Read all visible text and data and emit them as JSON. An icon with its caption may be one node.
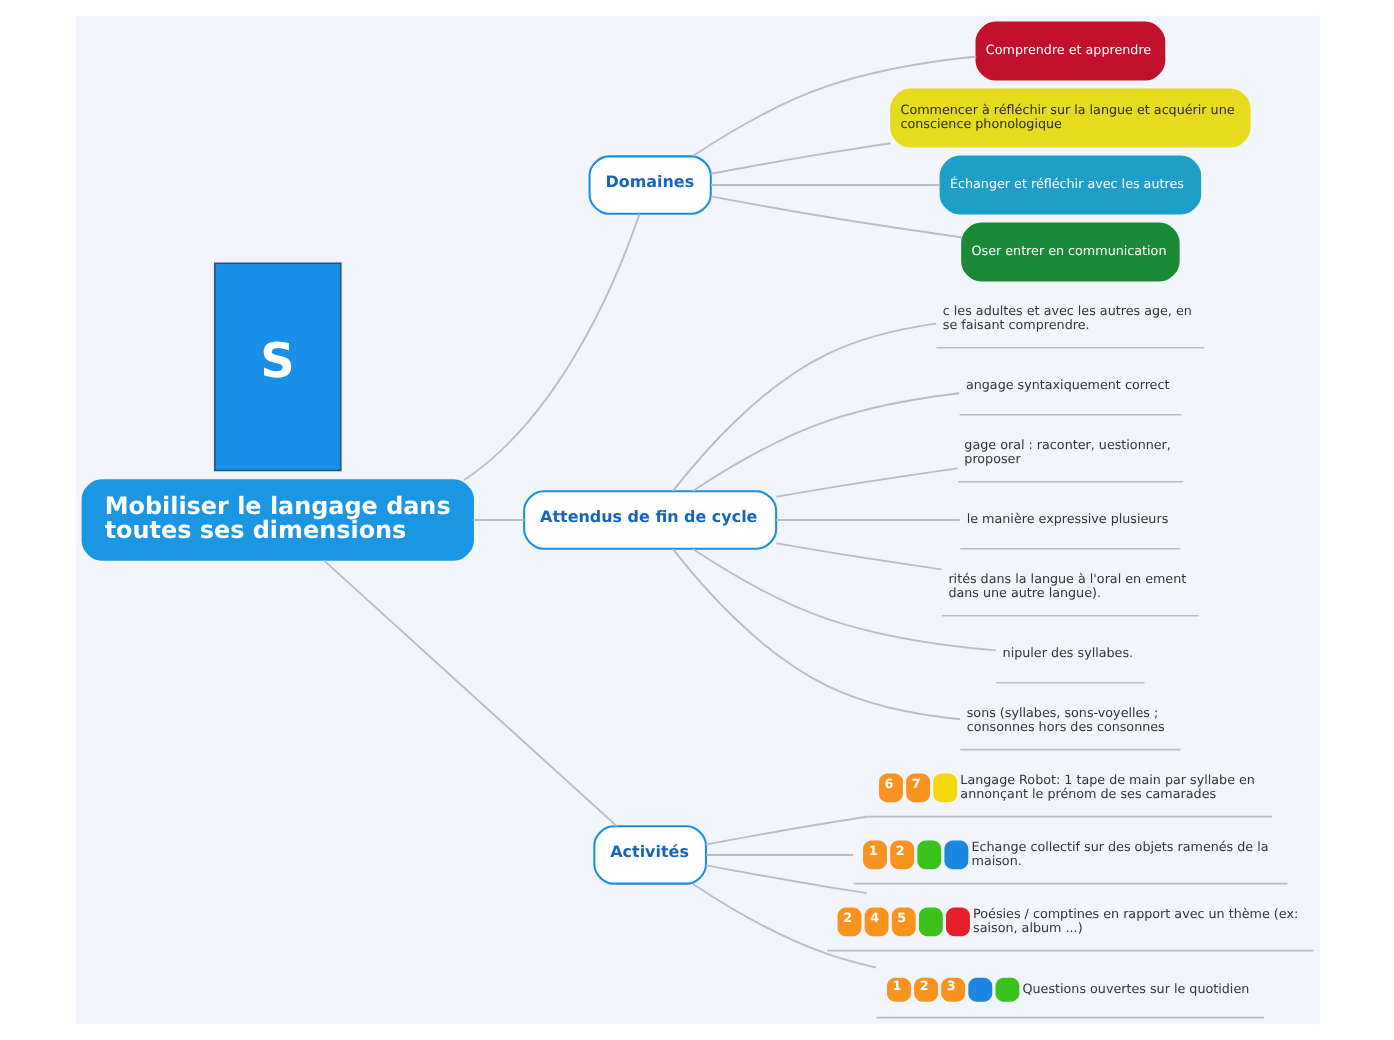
{
  "diagram": {
    "nodes": [
      {
        "text": [
          "Mobiliser le langage dans toutes ses dimensions"
        ]
      },
      {
        "text": [
          "Domaines"
        ]
      },
      {
        "text": [
          "Comprendre et apprendre"
        ]
      },
      {
        "text": [
          "Commencer à réfléchir sur la langue et acquérir une conscience phonologique"
        ]
      },
      {
        "text": [
          "Échanger et réfléchir avec les autres"
        ]
      },
      {
        "text": [
          "Oser entrer en communication"
        ]
      },
      {
        "text": [
          "Attendus de fin de cycle"
        ]
      },
      {
        "text": [
          "c les adultes et avec les autres age, en se faisant comprendre."
        ]
      },
      {
        "text": [
          "angage syntaxiquement correct"
        ]
      },
      {
        "text": [
          "gage oral : raconter, uestionner, proposer"
        ]
      },
      {
        "text": [
          "le manière expressive plusieurs"
        ]
      },
      {
        "text": [
          "rités dans la langue à l'oral en ement dans une autre langue)."
        ]
      },
      {
        "text": [
          "nipuler des syllabes."
        ]
      },
      {
        "text": [
          "sons (syllabes, sons-voyelles ; consonnes hors des consonnes"
        ]
      },
      {
        "text": [
          "Activités"
        ]
      },
      {
        "text": [
          "6",
          "7",
          "Langage Robot: 1 tape de main par syllabe en annonçant le prénom de ses camarades"
        ]
      },
      {
        "text": [
          "1",
          "2",
          "Echange collectif sur des objets ramenés de la maison."
        ]
      },
      {
        "text": [
          "2",
          "4",
          "5",
          "Poésies / comptines en rapport avec un thème (ex: saison, album ...)"
        ]
      },
      {
        "text": [
          "1",
          "2",
          "3",
          "Questions ouvertes sur le quotidien"
        ]
      },
      {
        "text": [
          "S"
        ]
      }
    ],
    "edges": [
      {
        "from": 0,
        "to": 1,
        "arrow": "none"
      },
      {
        "from": 1,
        "to": 2,
        "arrow": "none"
      },
      {
        "from": 1,
        "to": 3,
        "arrow": "none"
      },
      {
        "from": 1,
        "to": 4,
        "arrow": "none"
      },
      {
        "from": 1,
        "to": 5,
        "arrow": "none"
      },
      {
        "from": 0,
        "to": 6,
        "arrow": "none"
      },
      {
        "from": 6,
        "to": 7,
        "arrow": "none"
      },
      {
        "from": 6,
        "to": 8,
        "arrow": "none"
      },
      {
        "from": 6,
        "to": 9,
        "arrow": "none"
      },
      {
        "from": 6,
        "to": 10,
        "arrow": "none"
      },
      {
        "from": 6,
        "to": 11,
        "arrow": "none"
      },
      {
        "from": 6,
        "to": 12,
        "arrow": "none"
      },
      {
        "from": 6,
        "to": 13,
        "arrow": "none"
      },
      {
        "from": 0,
        "to": 14,
        "arrow": "none"
      },
      {
        "from": 14,
        "to": 15,
        "arrow": "none"
      },
      {
        "from": 14,
        "to": 16,
        "arrow": "none"
      },
      {
        "from": 14,
        "to": 17,
        "arrow": "none"
      },
      {
        "from": 14,
        "to": 18,
        "arrow": "none"
      }
    ]
  }
}
